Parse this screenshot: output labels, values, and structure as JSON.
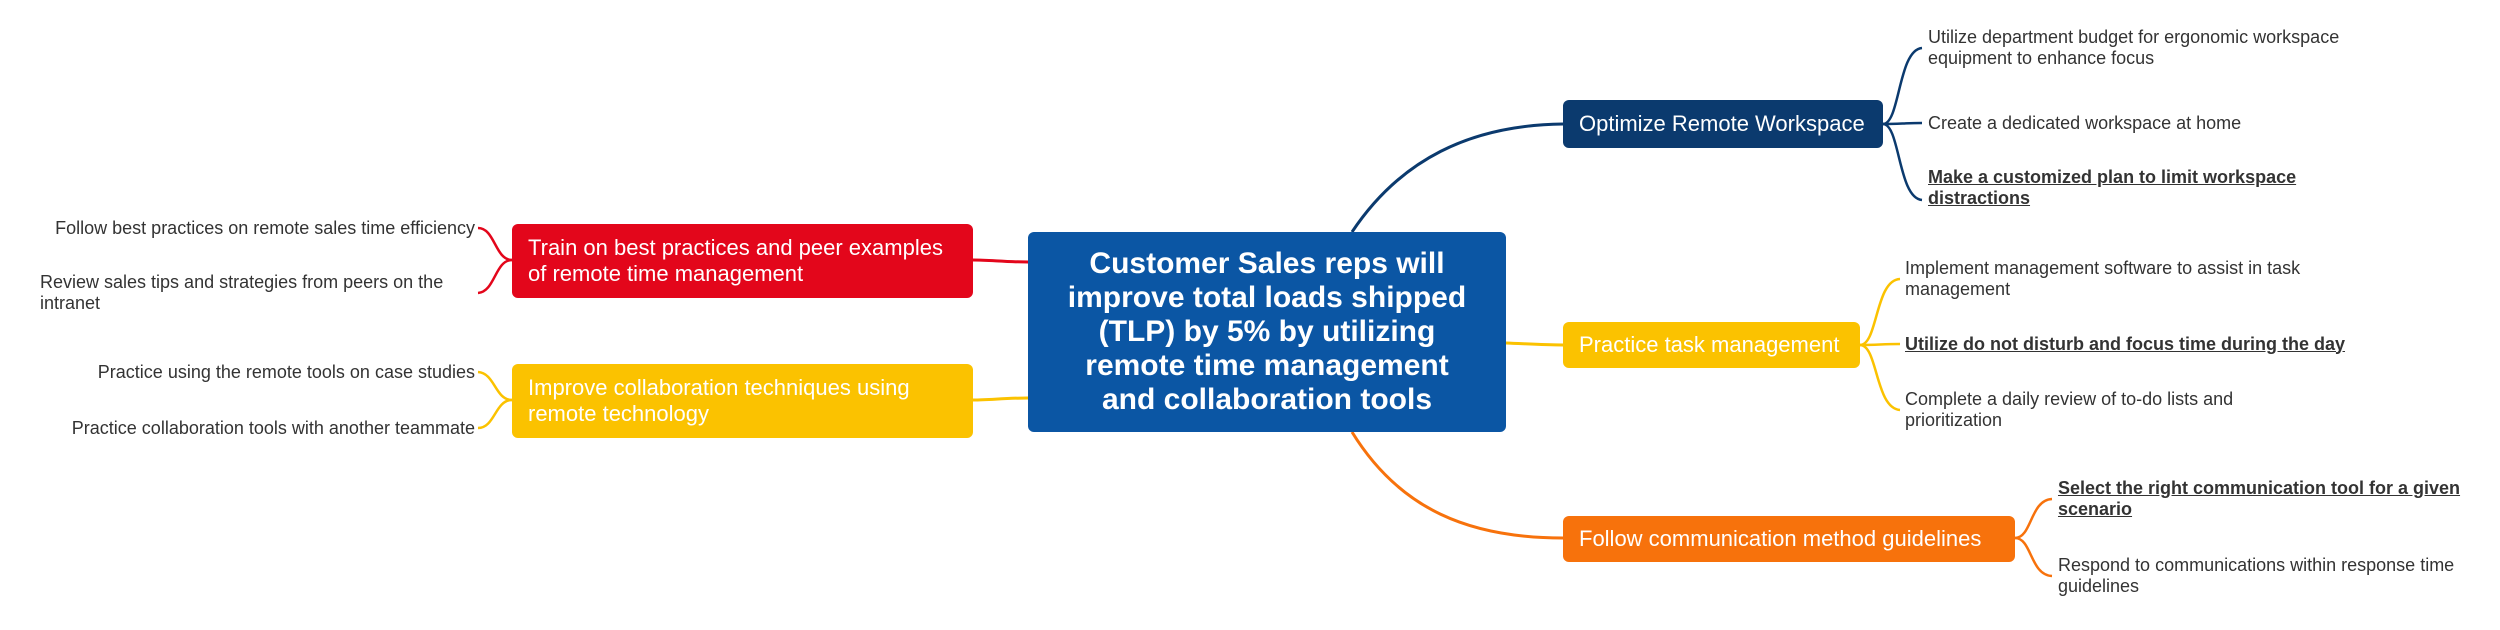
{
  "central_topic": "Customer Sales reps will improve total loads shipped (TLP) by 5% by utilizing remote time management and collaboration tools",
  "colors": {
    "central": "#0b56a4",
    "dark_blue": "#0b3a6e",
    "red": "#e3061b",
    "yellow": "#fbc200",
    "orange": "#f7720c",
    "leaf_text": "#333333"
  },
  "branches": {
    "optimize": {
      "label": "Optimize Remote Workspace",
      "leaves": [
        "Utilize department budget for ergonomic workspace equipment to enhance focus",
        "Create a dedicated workspace at home",
        "Make a customized plan to limit workspace distractions"
      ]
    },
    "task": {
      "label": "Practice task management",
      "leaves": [
        "Implement management software to assist in task management",
        "Utilize do not disturb and focus time during the day",
        "Complete a daily review of to-do lists and prioritization"
      ]
    },
    "communication": {
      "label": "Follow communication method guidelines",
      "leaves": [
        "Select the right communication tool for a given scenario",
        "Respond to communications within response time guidelines"
      ]
    },
    "train": {
      "label": "Train on best practices and peer examples of remote time management",
      "leaves": [
        "Follow best practices on remote sales time efficiency",
        "Review  sales tips and strategies from peers on the intranet"
      ]
    },
    "collab": {
      "label": "Improve collaboration techniques using remote technology",
      "leaves": [
        "Practice using the remote tools on case studies",
        "Practice collaboration tools with another teammate"
      ]
    }
  }
}
